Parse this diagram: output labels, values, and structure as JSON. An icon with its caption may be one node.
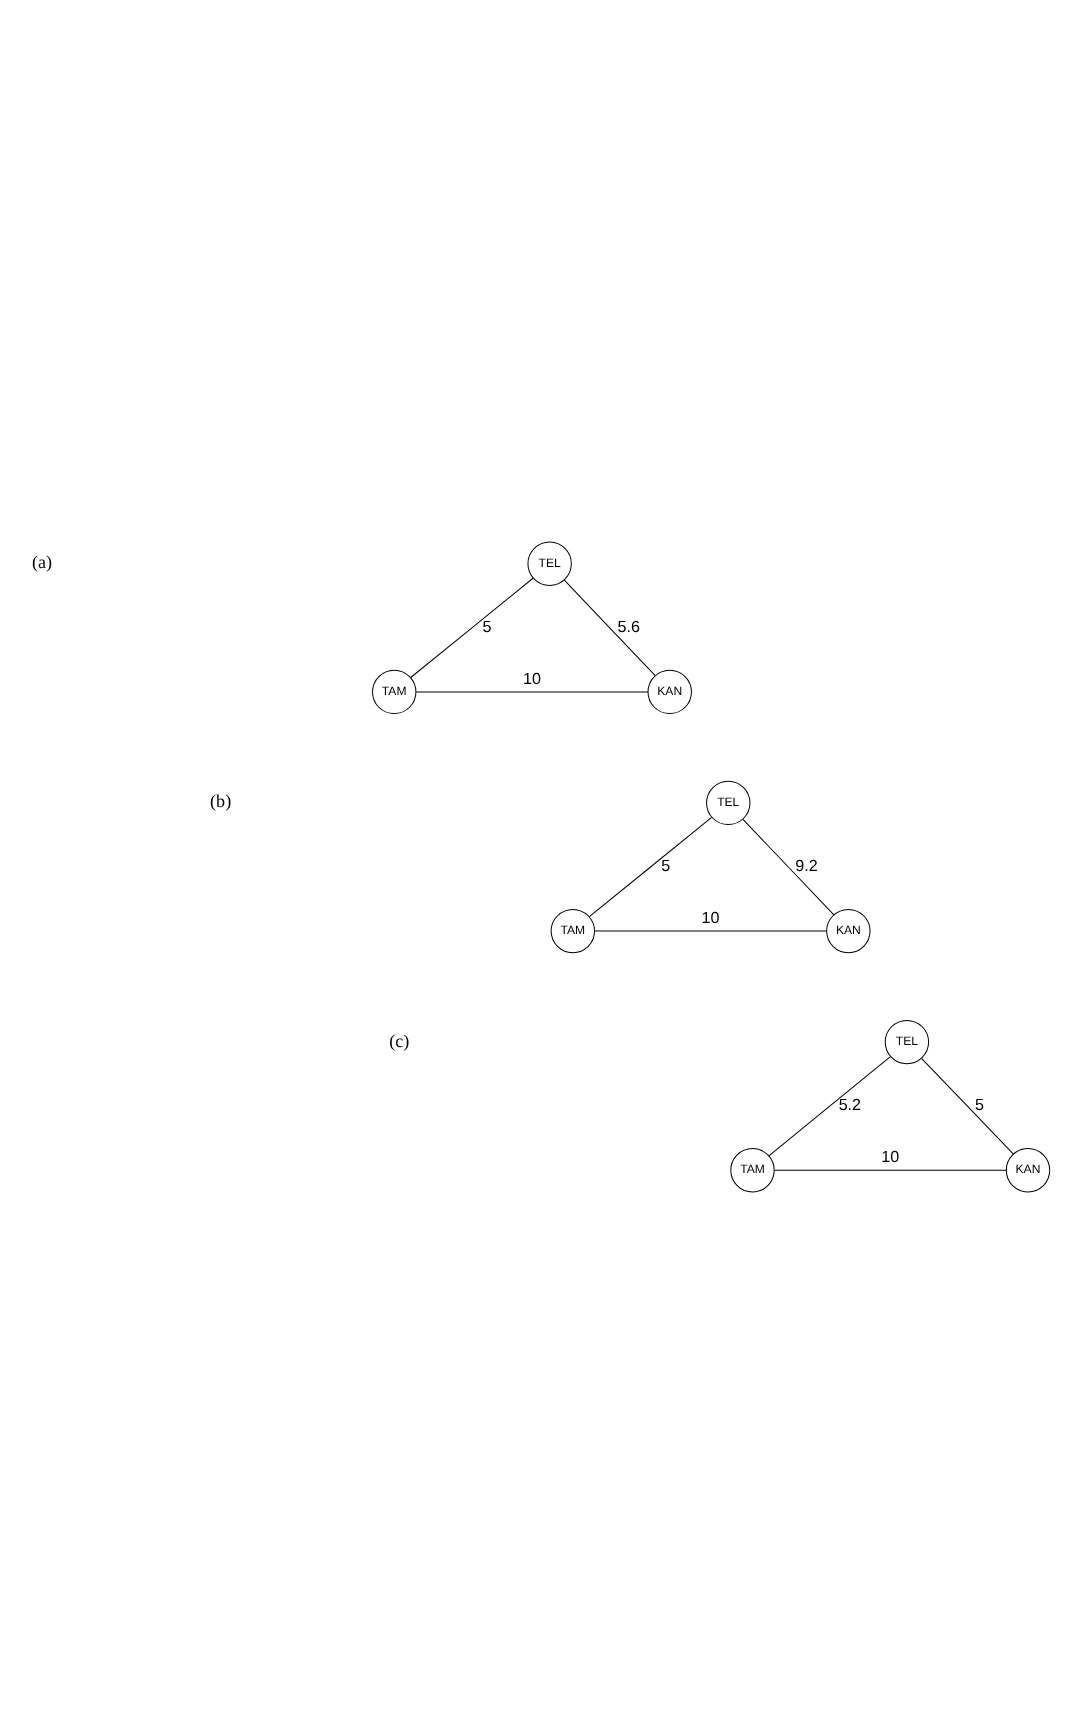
{
  "diagram": {
    "nodes": [
      {
        "text": [
          "TEL"
        ]
      },
      {
        "text": [
          "TAM"
        ]
      },
      {
        "text": [
          "KAN"
        ]
      },
      {
        "text": [
          "TEL"
        ]
      },
      {
        "text": [
          "TAM"
        ]
      },
      {
        "text": [
          "KAN"
        ]
      },
      {
        "text": [
          "TEL"
        ]
      },
      {
        "text": [
          "TAM"
        ]
      },
      {
        "text": [
          "KAN"
        ]
      }
    ],
    "edges": [
      {
        "from": 1,
        "to": 0,
        "arrow": "none",
        "label": "5"
      },
      {
        "from": 0,
        "to": 2,
        "arrow": "none",
        "label": "5.6"
      },
      {
        "from": 1,
        "to": 2,
        "arrow": "none",
        "label": "10"
      },
      {
        "from": 4,
        "to": 3,
        "arrow": "none",
        "label": "5"
      },
      {
        "from": 3,
        "to": 5,
        "arrow": "none",
        "label": "9.2"
      },
      {
        "from": 4,
        "to": 5,
        "arrow": "none",
        "label": "10"
      },
      {
        "from": 7,
        "to": 6,
        "arrow": "none",
        "label": "5.2"
      },
      {
        "from": 6,
        "to": 8,
        "arrow": "none",
        "label": "5"
      },
      {
        "from": 7,
        "to": 8,
        "arrow": "none",
        "label": "10"
      }
    ],
    "labels": [
      "(a)",
      "(b)",
      "(c)"
    ]
  }
}
